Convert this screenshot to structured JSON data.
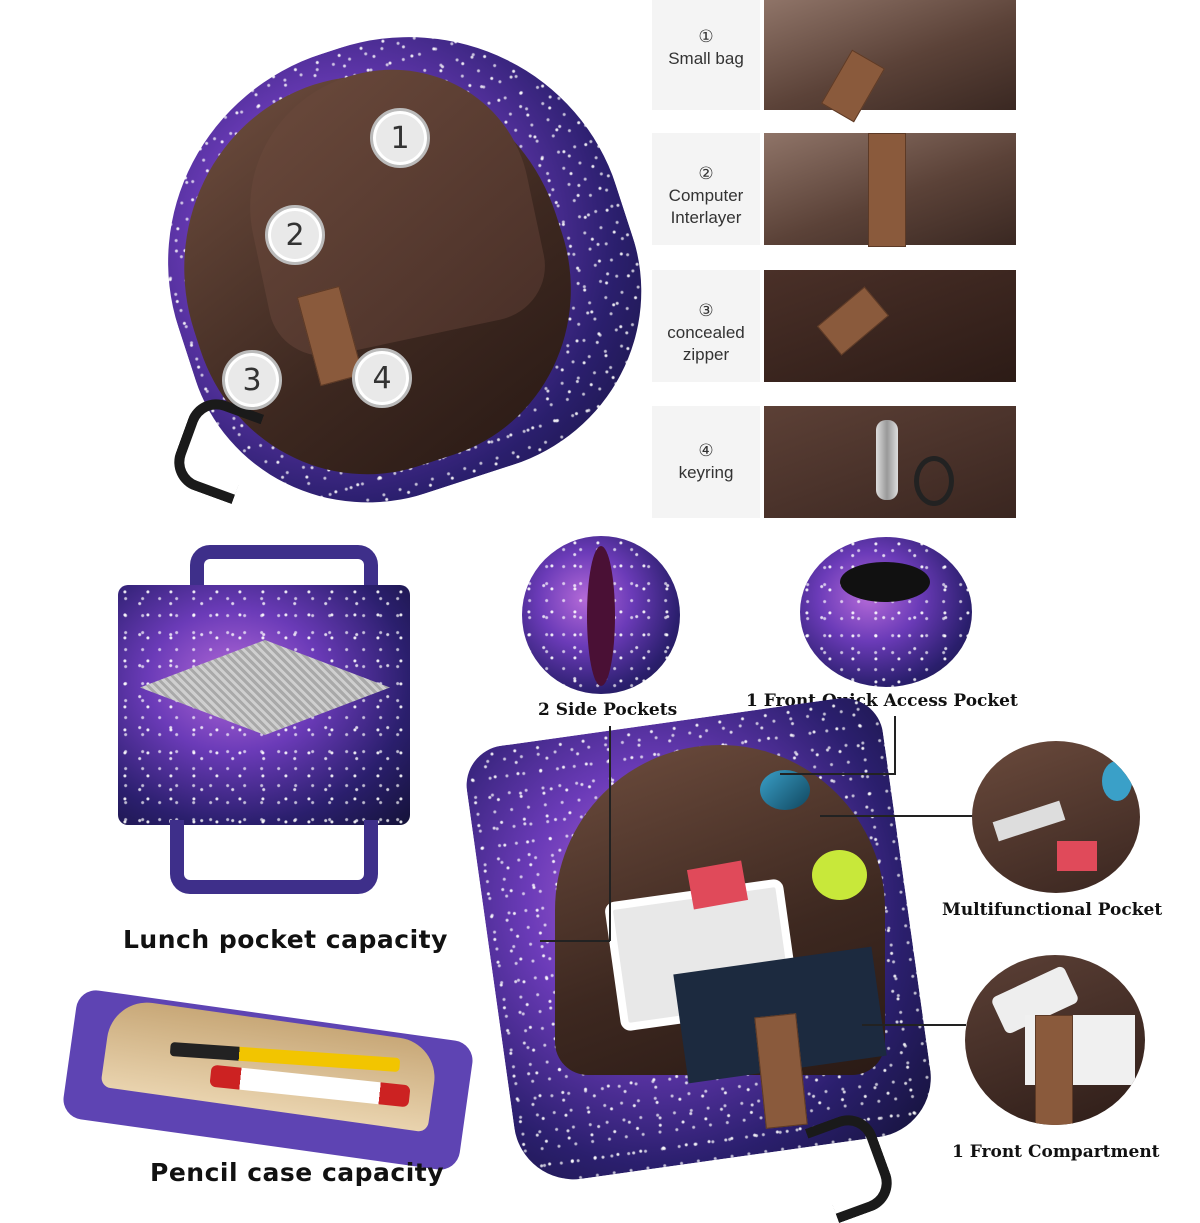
{
  "features": [
    {
      "num_symbol": "①",
      "label": "Small bag"
    },
    {
      "num_symbol": "②",
      "label": "Computer Interlayer"
    },
    {
      "num_symbol": "③",
      "label": "concealed zipper"
    },
    {
      "num_symbol": "④",
      "label": "keyring"
    }
  ],
  "badges": [
    "1",
    "2",
    "3",
    "4"
  ],
  "pockets": {
    "side": "2 Side Pockets",
    "front_quick": "1 Front Quick Access Pocket",
    "multifunctional": "Multifunctional Pocket",
    "front_compartment": "1 Front Compartment"
  },
  "captions": {
    "lunch": "Lunch pocket capacity",
    "pencil": "Pencil case capacity"
  }
}
